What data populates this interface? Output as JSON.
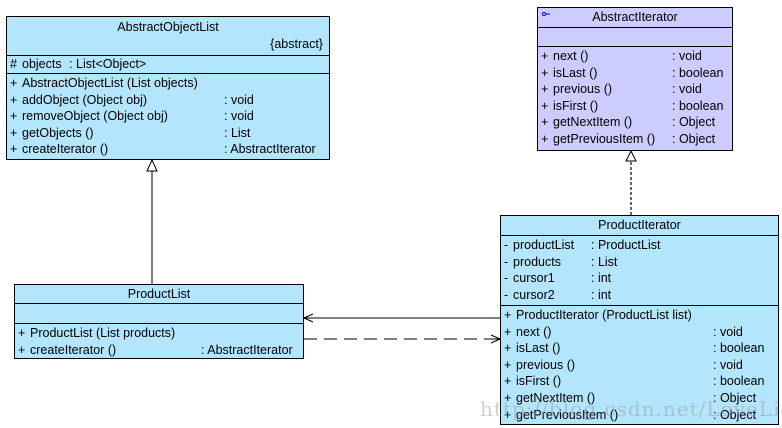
{
  "diagram": {
    "type": "UML class diagram",
    "colors": {
      "class_fill": "#b3e5fc",
      "interface_fill": "#ccccff",
      "border": "#000000"
    },
    "classes": {
      "abstract_object_list": {
        "name": "AbstractObjectList",
        "stereotype": "{abstract}",
        "attributes": [
          {
            "visibility": "#",
            "name": "objects",
            "type": ": List<Object>"
          }
        ],
        "operations": [
          {
            "visibility": "+",
            "name": "AbstractObjectList (List objects)",
            "type": ""
          },
          {
            "visibility": "+",
            "name": "addObject (Object obj)",
            "type": ": void"
          },
          {
            "visibility": "+",
            "name": "removeObject (Object obj)",
            "type": ": void"
          },
          {
            "visibility": "+",
            "name": "getObjects ()",
            "type": ": List"
          },
          {
            "visibility": "+",
            "name": "createIterator ()",
            "type": ": AbstractIterator"
          }
        ]
      },
      "abstract_iterator": {
        "name": "AbstractIterator",
        "icon": "interface-icon",
        "attributes": [],
        "operations": [
          {
            "visibility": "+",
            "name": "next ()",
            "type": ": void"
          },
          {
            "visibility": "+",
            "name": "isLast ()",
            "type": ": boolean"
          },
          {
            "visibility": "+",
            "name": "previous ()",
            "type": ": void"
          },
          {
            "visibility": "+",
            "name": "isFirst ()",
            "type": ": boolean"
          },
          {
            "visibility": "+",
            "name": "getNextItem ()",
            "type": ": Object"
          },
          {
            "visibility": "+",
            "name": "getPreviousItem ()",
            "type": ": Object"
          }
        ]
      },
      "product_list": {
        "name": "ProductList",
        "attributes": [],
        "operations": [
          {
            "visibility": "+",
            "name": "ProductList (List products)",
            "type": ""
          },
          {
            "visibility": "+",
            "name": "createIterator ()",
            "type": ": AbstractIterator"
          }
        ]
      },
      "product_iterator": {
        "name": "ProductIterator",
        "attributes": [
          {
            "visibility": "-",
            "name": "productList",
            "type": ": ProductList"
          },
          {
            "visibility": "-",
            "name": "products",
            "type": ": List"
          },
          {
            "visibility": "-",
            "name": "cursor1",
            "type": ": int"
          },
          {
            "visibility": "-",
            "name": "cursor2",
            "type": ": int"
          }
        ],
        "operations": [
          {
            "visibility": "+",
            "name": "ProductIterator (ProductList list)",
            "type": ""
          },
          {
            "visibility": "+",
            "name": "next ()",
            "type": ": void"
          },
          {
            "visibility": "+",
            "name": "isLast ()",
            "type": ": boolean"
          },
          {
            "visibility": "+",
            "name": "previous ()",
            "type": ": void"
          },
          {
            "visibility": "+",
            "name": "isFirst ()",
            "type": ": boolean"
          },
          {
            "visibility": "+",
            "name": "getNextItem ()",
            "type": ": Object"
          },
          {
            "visibility": "+",
            "name": "getPreviousItem ()",
            "type": ": Object"
          }
        ]
      }
    },
    "relationships": [
      {
        "kind": "generalization",
        "from": "ProductList",
        "to": "AbstractObjectList"
      },
      {
        "kind": "realization",
        "from": "ProductIterator",
        "to": "AbstractIterator"
      },
      {
        "kind": "association",
        "from": "ProductIterator",
        "to": "ProductList"
      },
      {
        "kind": "dependency",
        "from": "ProductList",
        "to": "ProductIterator"
      }
    ],
    "watermark": "http://blog.csdn.net/LoveLion"
  }
}
